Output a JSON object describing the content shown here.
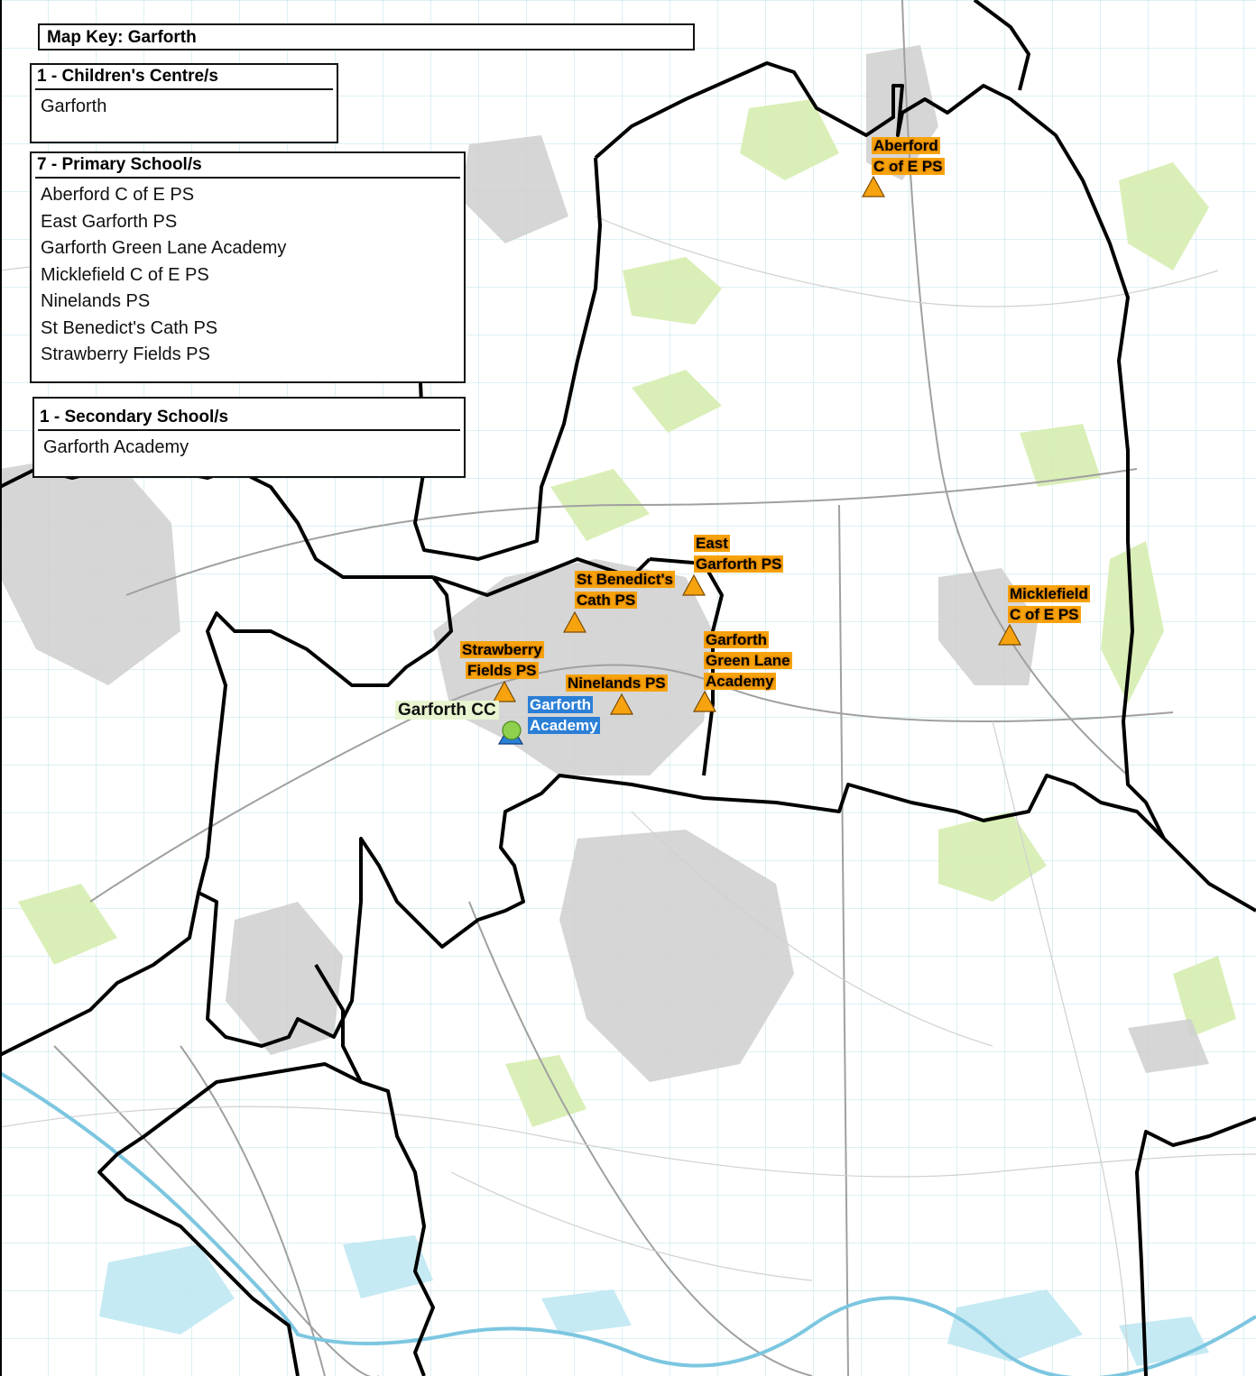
{
  "map_key": {
    "title": "Map Key: Garforth",
    "childrens_centres": {
      "heading": "1 - Children's Centre/s",
      "items": [
        "Garforth"
      ]
    },
    "primary_schools": {
      "heading": "7 - Primary School/s",
      "items": [
        "Aberford C of E PS",
        "East Garforth PS",
        "Garforth Green Lane Academy",
        "Micklefield C of E PS",
        "Ninelands PS",
        "St Benedict's Cath PS",
        "Strawberry Fields PS"
      ]
    },
    "secondary_schools": {
      "heading": "1 - Secondary School/s",
      "items": [
        "Garforth Academy"
      ]
    }
  },
  "markers": {
    "aberford": {
      "label_lines": [
        "Aberford",
        "C of E PS"
      ],
      "type": "primary-school",
      "color": "#f7a30f"
    },
    "east_garforth": {
      "label_lines": [
        "East",
        "Garforth PS"
      ],
      "type": "primary-school",
      "color": "#f7a30f"
    },
    "st_benedicts": {
      "label_lines": [
        "St Benedict's",
        "Cath PS"
      ],
      "type": "primary-school",
      "color": "#f7a30f"
    },
    "micklefield": {
      "label_lines": [
        "Micklefield",
        "C of E PS"
      ],
      "type": "primary-school",
      "color": "#f7a30f"
    },
    "green_lane": {
      "label_lines": [
        "Garforth",
        "Green Lane",
        "Academy"
      ],
      "type": "primary-school",
      "color": "#f7a30f"
    },
    "strawberry": {
      "label_lines": [
        "Strawberry",
        "Fields PS"
      ],
      "type": "primary-school",
      "color": "#f7a30f"
    },
    "ninelands": {
      "label_lines": [
        "Ninelands PS"
      ],
      "type": "primary-school",
      "color": "#f7a30f"
    },
    "garforth_academy": {
      "label_lines": [
        "Garforth",
        "Academy"
      ],
      "type": "secondary-school",
      "color": "#2b7fd6"
    },
    "garforth_cc": {
      "label_lines": [
        "Garforth CC"
      ],
      "type": "childrens-centre",
      "color": "#8fd14f"
    }
  }
}
